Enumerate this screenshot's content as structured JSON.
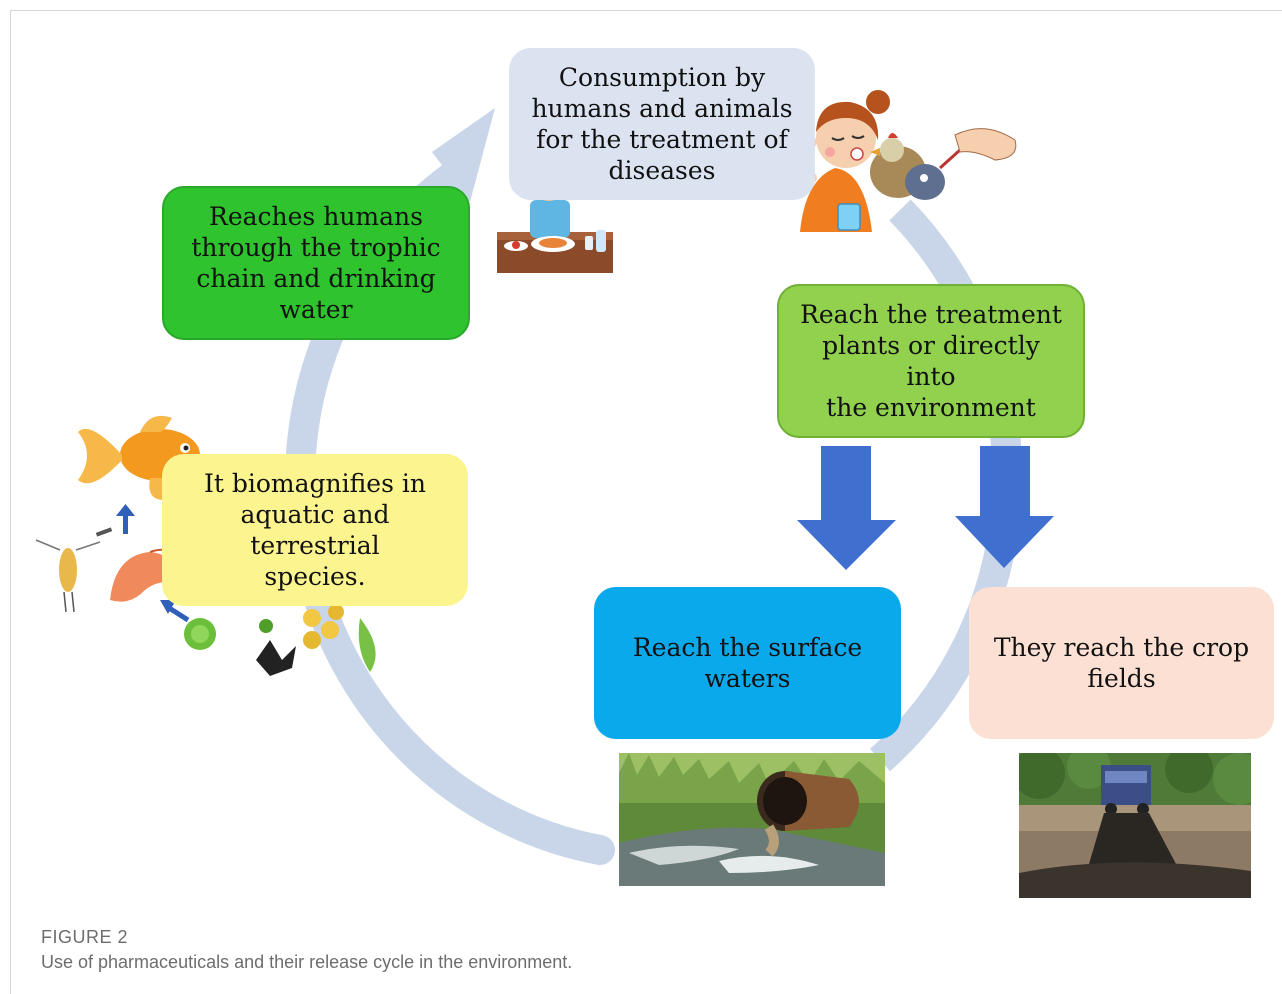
{
  "diagram": {
    "steps": {
      "consumption": {
        "lines": [
          "Consumption by",
          "humans and animals",
          "for the treatment of",
          "diseases"
        ]
      },
      "reaches_humans": {
        "lines": [
          "Reaches humans",
          "through the trophic",
          "chain and drinking",
          "water"
        ]
      },
      "treatment": {
        "lines": [
          "Reach the treatment",
          "plants or directly into",
          "the environment"
        ]
      },
      "biomagnifies": {
        "lines": [
          "It biomagnifies in",
          "aquatic and terrestrial",
          "species."
        ]
      },
      "surface": {
        "lines": [
          "Reach the surface",
          "waters"
        ]
      },
      "crop": {
        "lines": [
          "They reach the crop",
          "fields"
        ]
      }
    },
    "colors": {
      "cycle_arrow": "#c9d6ea",
      "down_arrow": "#3f6fcf",
      "consumption": "#dbe3f1",
      "reaches_humans": "#2fc42e",
      "treatment": "#91d14e",
      "biomagnifies": "#fbf48f",
      "surface": "#09a9eb",
      "crop": "#fbe0d3"
    },
    "illustrations": [
      "boy-eating-icon",
      "woman-with-pill-icon",
      "medicated-animals-icon",
      "goldfish-icon",
      "shrimp-icon",
      "zooplankton-icon",
      "algae-icon",
      "drainage-pipe-photo",
      "dump-truck-field-photo"
    ]
  },
  "caption": {
    "label": "FIGURE 2",
    "text": "Use of pharmaceuticals and their release cycle in the environment."
  }
}
